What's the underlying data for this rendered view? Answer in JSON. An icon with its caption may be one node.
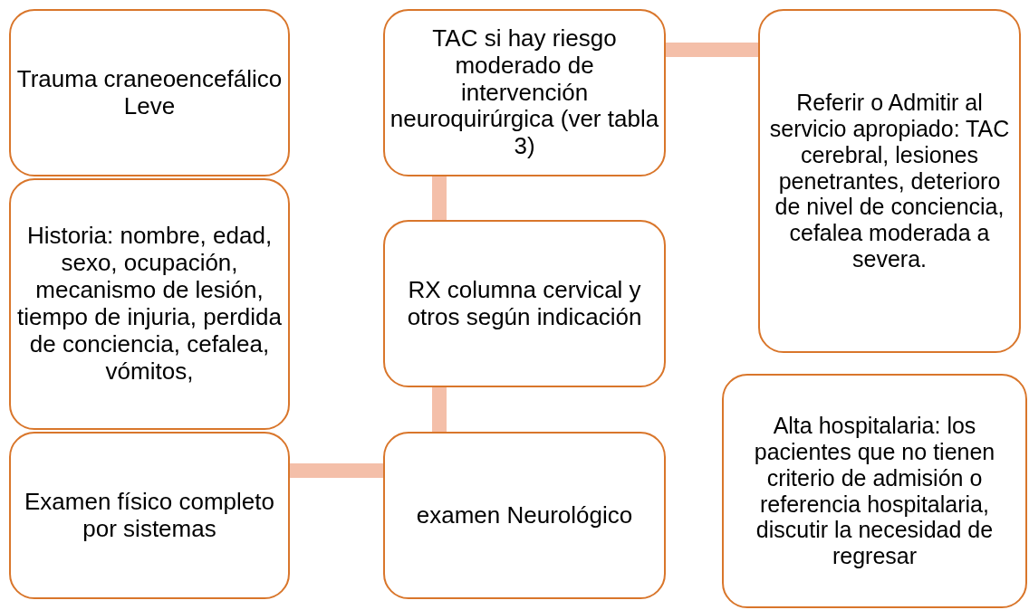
{
  "diagram": {
    "nodes": [
      {
        "text": [
          "Trauma craneoencefálico Leve"
        ]
      },
      {
        "text": [
          "Historia: nombre, edad, sexo, ocupación, mecanismo de lesión, tiempo de injuria, perdida de conciencia, cefalea, vómitos,"
        ]
      },
      {
        "text": [
          "Examen físico completo por sistemas"
        ]
      },
      {
        "text": [
          "examen Neurológico"
        ]
      },
      {
        "text": [
          "RX columna cervical y otros según indicación"
        ]
      },
      {
        "text": [
          "TAC si hay riesgo moderado de intervención neuroquirúrgica (ver tabla 3)"
        ]
      },
      {
        "text": [
          "Referir o Admitir al servicio apropiado: TAC cerebral, lesiones penetrantes, deterioro de nivel de conciencia, cefalea moderada a severa."
        ]
      },
      {
        "text": [
          "Alta hospitalaria: los pacientes que no tienen criterio de admisión o referencia hospitalaria, discutir la necesidad de regresar"
        ]
      }
    ],
    "edges": [
      {
        "from": 2,
        "to": 3,
        "arrow": "none"
      },
      {
        "from": 3,
        "to": 4,
        "arrow": "none"
      },
      {
        "from": 4,
        "to": 5,
        "arrow": "none"
      },
      {
        "from": 5,
        "to": 6,
        "arrow": "none"
      }
    ]
  }
}
